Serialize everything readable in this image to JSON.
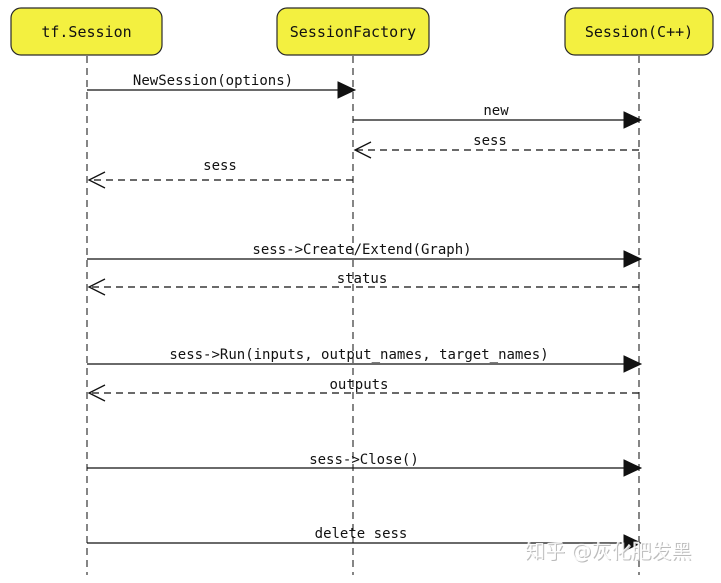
{
  "actors": [
    {
      "id": "tf-session",
      "label": "tf.Session"
    },
    {
      "id": "session-factory",
      "label": "SessionFactory"
    },
    {
      "id": "session-cpp",
      "label": "Session(C++)"
    }
  ],
  "messages": [
    {
      "id": "newsession",
      "from": 0,
      "to": 1,
      "style": "solid",
      "label": "NewSession(options)"
    },
    {
      "id": "new",
      "from": 1,
      "to": 2,
      "style": "solid",
      "label": "new"
    },
    {
      "id": "sess-return-factory",
      "from": 2,
      "to": 1,
      "style": "dashed",
      "label": "sess"
    },
    {
      "id": "sess-return-client",
      "from": 1,
      "to": 0,
      "style": "dashed",
      "label": "sess"
    },
    {
      "id": "create-extend",
      "from": 0,
      "to": 2,
      "style": "solid",
      "label": "sess->Create/Extend(Graph)"
    },
    {
      "id": "status",
      "from": 2,
      "to": 0,
      "style": "dashed",
      "label": "status"
    },
    {
      "id": "run",
      "from": 0,
      "to": 2,
      "style": "solid",
      "label": "sess->Run(inputs, output_names, target_names)"
    },
    {
      "id": "outputs",
      "from": 2,
      "to": 0,
      "style": "dashed",
      "label": "outputs"
    },
    {
      "id": "close",
      "from": 0,
      "to": 2,
      "style": "solid",
      "label": "sess->Close()"
    },
    {
      "id": "delete",
      "from": 0,
      "to": 2,
      "style": "solid",
      "label": "delete sess"
    }
  ],
  "watermark": "知乎 @灰化肥发黑"
}
